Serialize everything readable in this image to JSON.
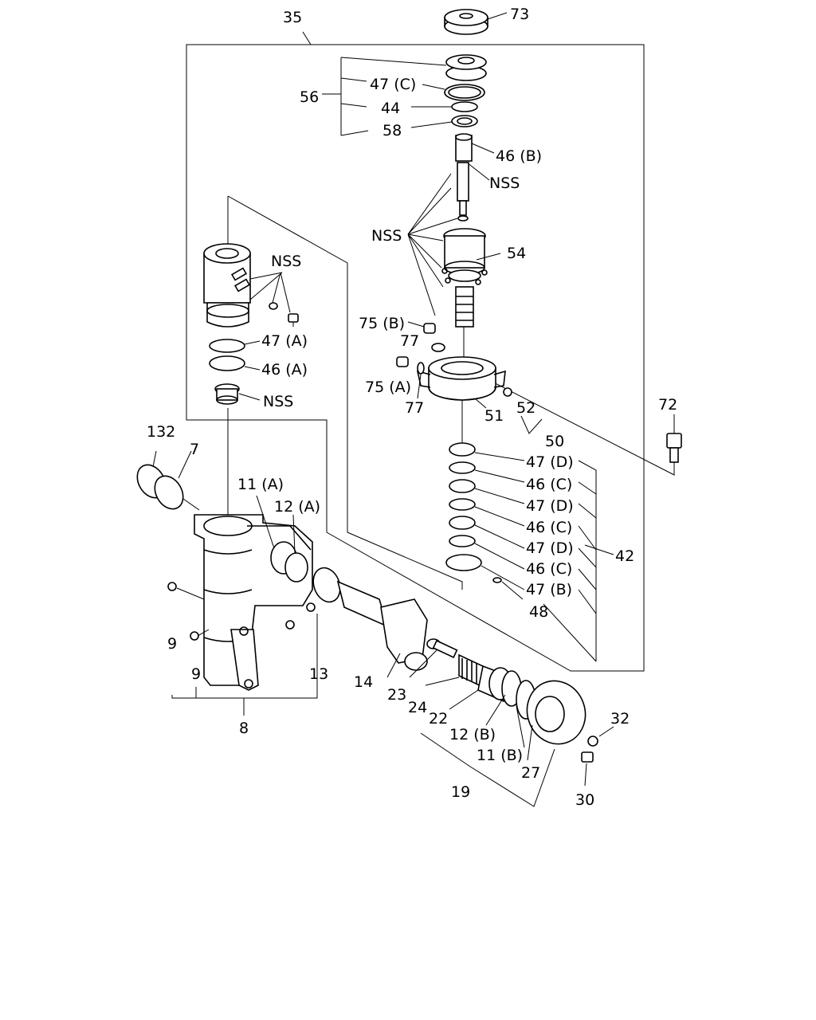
{
  "labels": {
    "l35": "35",
    "l73": "73",
    "l56": "56",
    "l47c_top": "47 (C)",
    "l44": "44",
    "l58": "58",
    "l46b": "46 (B)",
    "nss_top": "NSS",
    "nss_left": "NSS",
    "l54": "54",
    "nss_valve": "NSS",
    "l47a": "47 (A)",
    "l46a": "46 (A)",
    "nss_plug": "NSS",
    "l75b": "75 (B)",
    "l77a": "77",
    "l75a": "75 (A)",
    "l77b": "77",
    "l52": "52",
    "l51": "51",
    "l50": "50",
    "l72": "72",
    "l47d_1": "47 (D)",
    "l46c_1": "46 (C)",
    "l47d_2": "47 (D)",
    "l46c_2": "46 (C)",
    "l47d_3": "47 (D)",
    "l42": "42",
    "l46c_3": "46 (C)",
    "l47b": "47 (B)",
    "l48": "48",
    "l132": "132",
    "l7": "7",
    "l11a": "11 (A)",
    "l12a": "12 (A)",
    "l9a": "9",
    "l9b": "9",
    "l13": "13",
    "l14": "14",
    "l8": "8",
    "l23": "23",
    "l24": "24",
    "l22": "22",
    "l12b": "12 (B)",
    "l11b": "11 (B)",
    "l27": "27",
    "l32": "32",
    "l30": "30",
    "l19": "19"
  }
}
